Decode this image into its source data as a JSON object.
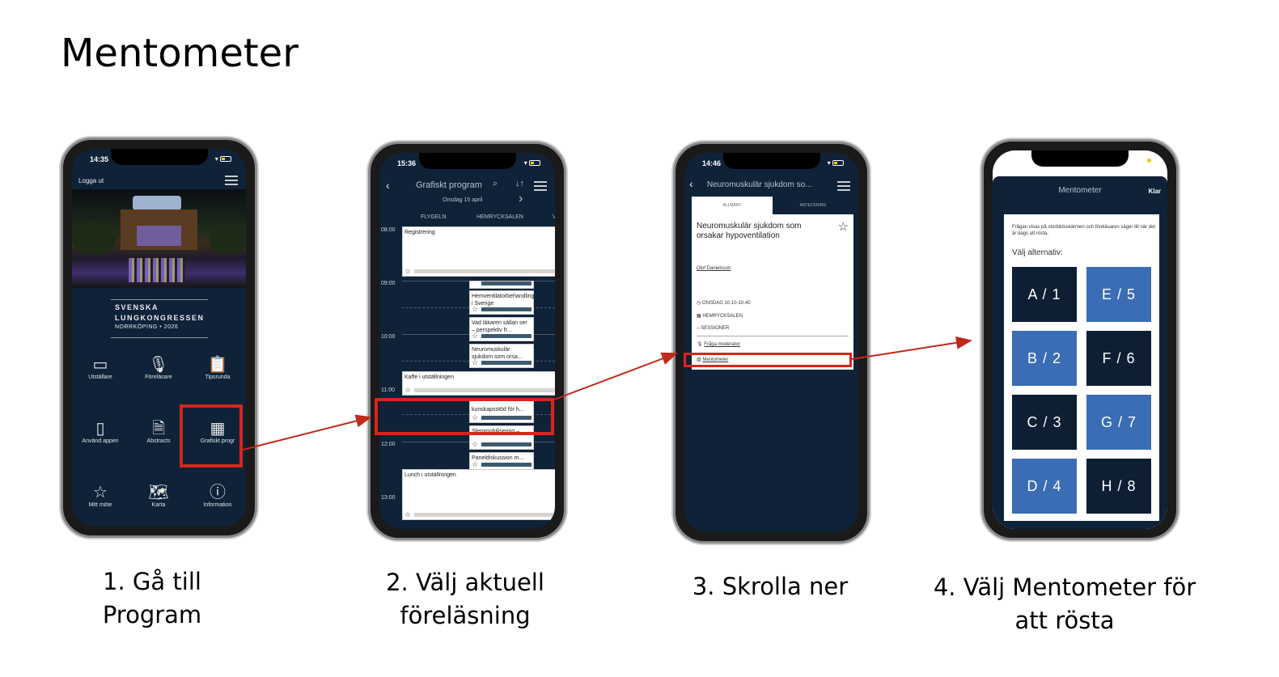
{
  "page_title": "Mentometer",
  "steps": [
    {
      "caption": "1. Gå till\nProgram"
    },
    {
      "caption": "2. Välj aktuell\nföreläsning"
    },
    {
      "caption": "3. Skrolla ner"
    },
    {
      "caption": "4. Välj Mentometer för\natt rösta"
    }
  ],
  "phone1": {
    "time": "14:35",
    "logout": "Logga ut",
    "logo_line1": "SVENSKA",
    "logo_line2": "LUNGKONGRESSEN",
    "logo_line3": "NORRKÖPING • 2026",
    "tiles": [
      {
        "label": "Utställare",
        "icon": "presentation-icon",
        "glyph": "▭"
      },
      {
        "label": "Föreläsare",
        "icon": "microphone-icon",
        "glyph": "🎙"
      },
      {
        "label": "Tipsrunda",
        "icon": "clipboard-icon",
        "glyph": "📋"
      },
      {
        "label": "Använd appen",
        "icon": "phone-icon",
        "glyph": "▯"
      },
      {
        "label": "Abstracts",
        "icon": "document-icon",
        "glyph": "🗎"
      },
      {
        "label": "Grafiskt progr",
        "icon": "calendar-icon",
        "glyph": "▦"
      },
      {
        "label": "Mitt möte",
        "icon": "star-icon",
        "glyph": "☆"
      },
      {
        "label": "Karta",
        "icon": "map-icon",
        "glyph": "🗺"
      },
      {
        "label": "Information",
        "icon": "info-icon",
        "glyph": "ⓘ"
      }
    ]
  },
  "phone2": {
    "time": "15:36",
    "header": "Grafiskt program",
    "date": "Onsdag 15 april",
    "columns": [
      "FLYGELN",
      "HEMRYCKSALEN",
      "V"
    ],
    "times": [
      "08:00",
      "09:00",
      "10:00",
      "11:00",
      "12:00",
      "13:00"
    ],
    "events": {
      "registrering": "Registrering",
      "hemventilator": "Hemventilatorbehandling i Sverige",
      "vad_lakaren": "Vad läkaren sällan ser – perspektiv fr...",
      "neuromuskular": "Neuromuskulär sjukdom som orsa...",
      "kaffe": "Kaffe i utställningen",
      "kunskapsstod": "kunskapsstöd för h...",
      "slemmobilisering": "Slemmobilisering –",
      "paneldiskussion": "Paneldiskussion m...",
      "lunch": "Lunch i utställningen"
    }
  },
  "phone3": {
    "time": "14:46",
    "header": "Neuromuskulär sjukdom so...",
    "tabs": [
      "ALLMÄNT",
      "ANTECKNING"
    ],
    "title": "Neuromuskulär sjukdom som orsakar hypoventilation",
    "author": "Olof Danielsson",
    "when": "ONSDAG 10.10-10.40",
    "room": "HEMRYCKSALEN",
    "category": "SESSIONER",
    "ask_moderator": "Fråga moderator",
    "mentometer": "Mentometer"
  },
  "phone4": {
    "header": "Mentometer",
    "done": "Klar",
    "info": "Frågan visas på storbildsskärmen och föreläsaren säger till när det är dags att rösta.",
    "choose": "Välj alternativ:",
    "options": [
      {
        "label": "A / 1",
        "color": "#0e1f33"
      },
      {
        "label": "E / 5",
        "color": "#3a6db5"
      },
      {
        "label": "B / 2",
        "color": "#3a6db5"
      },
      {
        "label": "F / 6",
        "color": "#0e1f33"
      },
      {
        "label": "C / 3",
        "color": "#0e1f33"
      },
      {
        "label": "G / 7",
        "color": "#3a6db5"
      },
      {
        "label": "D / 4",
        "color": "#3a6db5"
      },
      {
        "label": "H / 8",
        "color": "#0e1f33"
      }
    ]
  },
  "colors": {
    "highlight": "#d7261b",
    "app_bg": "#0f2238"
  }
}
